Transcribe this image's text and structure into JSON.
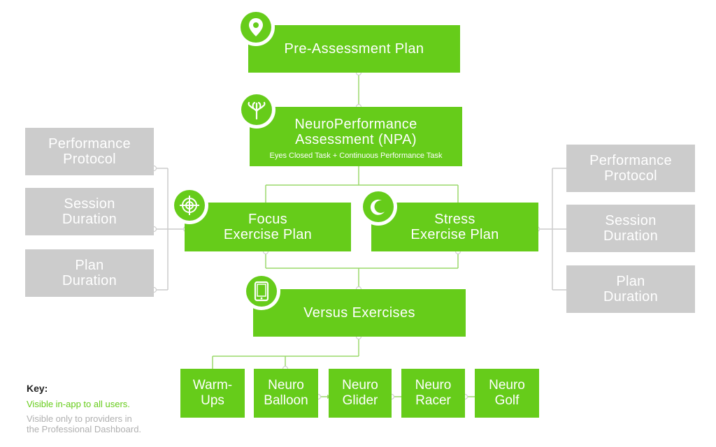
{
  "colors": {
    "green": "#66cc1a",
    "gray": "#cccccc",
    "line_green": "#8fd65a",
    "line_gray": "#cccccc"
  },
  "nodes": {
    "pre_assessment": {
      "label": "Pre-Assessment Plan",
      "icon": "location-pin-icon"
    },
    "npa": {
      "label_line1": "NeuroPerformance",
      "label_line2": "Assessment (NPA)",
      "subtitle": "Eyes Closed Task + Continuous Performance Task",
      "icon": "brain-tree-icon"
    },
    "focus": {
      "label_line1": "Focus",
      "label_line2": "Exercise Plan",
      "icon": "target-icon"
    },
    "stress": {
      "label_line1": "Stress",
      "label_line2": "Exercise Plan",
      "icon": "crescent-moon-icon"
    },
    "versus": {
      "label": "Versus Exercises",
      "icon": "tablet-icon"
    }
  },
  "left_protocol": [
    {
      "line1": "Performance",
      "line2": "Protocol"
    },
    {
      "line1": "Session",
      "line2": "Duration"
    },
    {
      "line1": "Plan",
      "line2": "Duration"
    }
  ],
  "right_protocol": [
    {
      "line1": "Performance",
      "line2": "Protocol"
    },
    {
      "line1": "Session",
      "line2": "Duration"
    },
    {
      "line1": "Plan",
      "line2": "Duration"
    }
  ],
  "exercises": [
    {
      "line1": "Warm-",
      "line2": "Ups"
    },
    {
      "line1": "Neuro",
      "line2": "Balloon"
    },
    {
      "line1": "Neuro",
      "line2": "Glider"
    },
    {
      "line1": "Neuro",
      "line2": "Racer"
    },
    {
      "line1": "Neuro",
      "line2": "Golf"
    }
  ],
  "key": {
    "title": "Key:",
    "green_text": "Visible in-app to all users.",
    "gray_line1": "Visible only to providers in",
    "gray_line2": "the Professional Dashboard."
  }
}
